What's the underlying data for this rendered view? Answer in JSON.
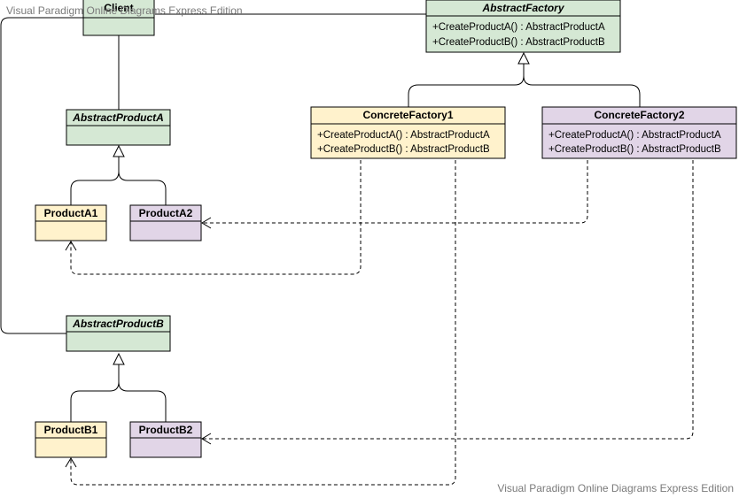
{
  "watermark": {
    "top": "Visual Paradigm Online Diagrams Express Edition",
    "bottom": "Visual Paradigm Online Diagrams Express Edition"
  },
  "colors": {
    "green_fill": "#d5e8d4",
    "yellow_fill": "#fff2cc",
    "purple_fill": "#e1d5e7",
    "stroke": "#000000"
  },
  "classes": {
    "client": {
      "name": "Client"
    },
    "abstract_factory": {
      "name": "AbstractFactory",
      "ops": [
        "+CreateProductA() : AbstractProductA",
        "+CreateProductB() : AbstractProductB"
      ]
    },
    "concrete_factory1": {
      "name": "ConcreteFactory1",
      "ops": [
        "+CreateProductA() : AbstractProductA",
        "+CreateProductB() : AbstractProductB"
      ]
    },
    "concrete_factory2": {
      "name": "ConcreteFactory2",
      "ops": [
        "+CreateProductA() : AbstractProductA",
        "+CreateProductB() : AbstractProductB"
      ]
    },
    "abstract_product_a": {
      "name": "AbstractProductA"
    },
    "abstract_product_b": {
      "name": "AbstractProductB"
    },
    "product_a1": {
      "name": "ProductA1"
    },
    "product_a2": {
      "name": "ProductA2"
    },
    "product_b1": {
      "name": "ProductB1"
    },
    "product_b2": {
      "name": "ProductB2"
    }
  }
}
